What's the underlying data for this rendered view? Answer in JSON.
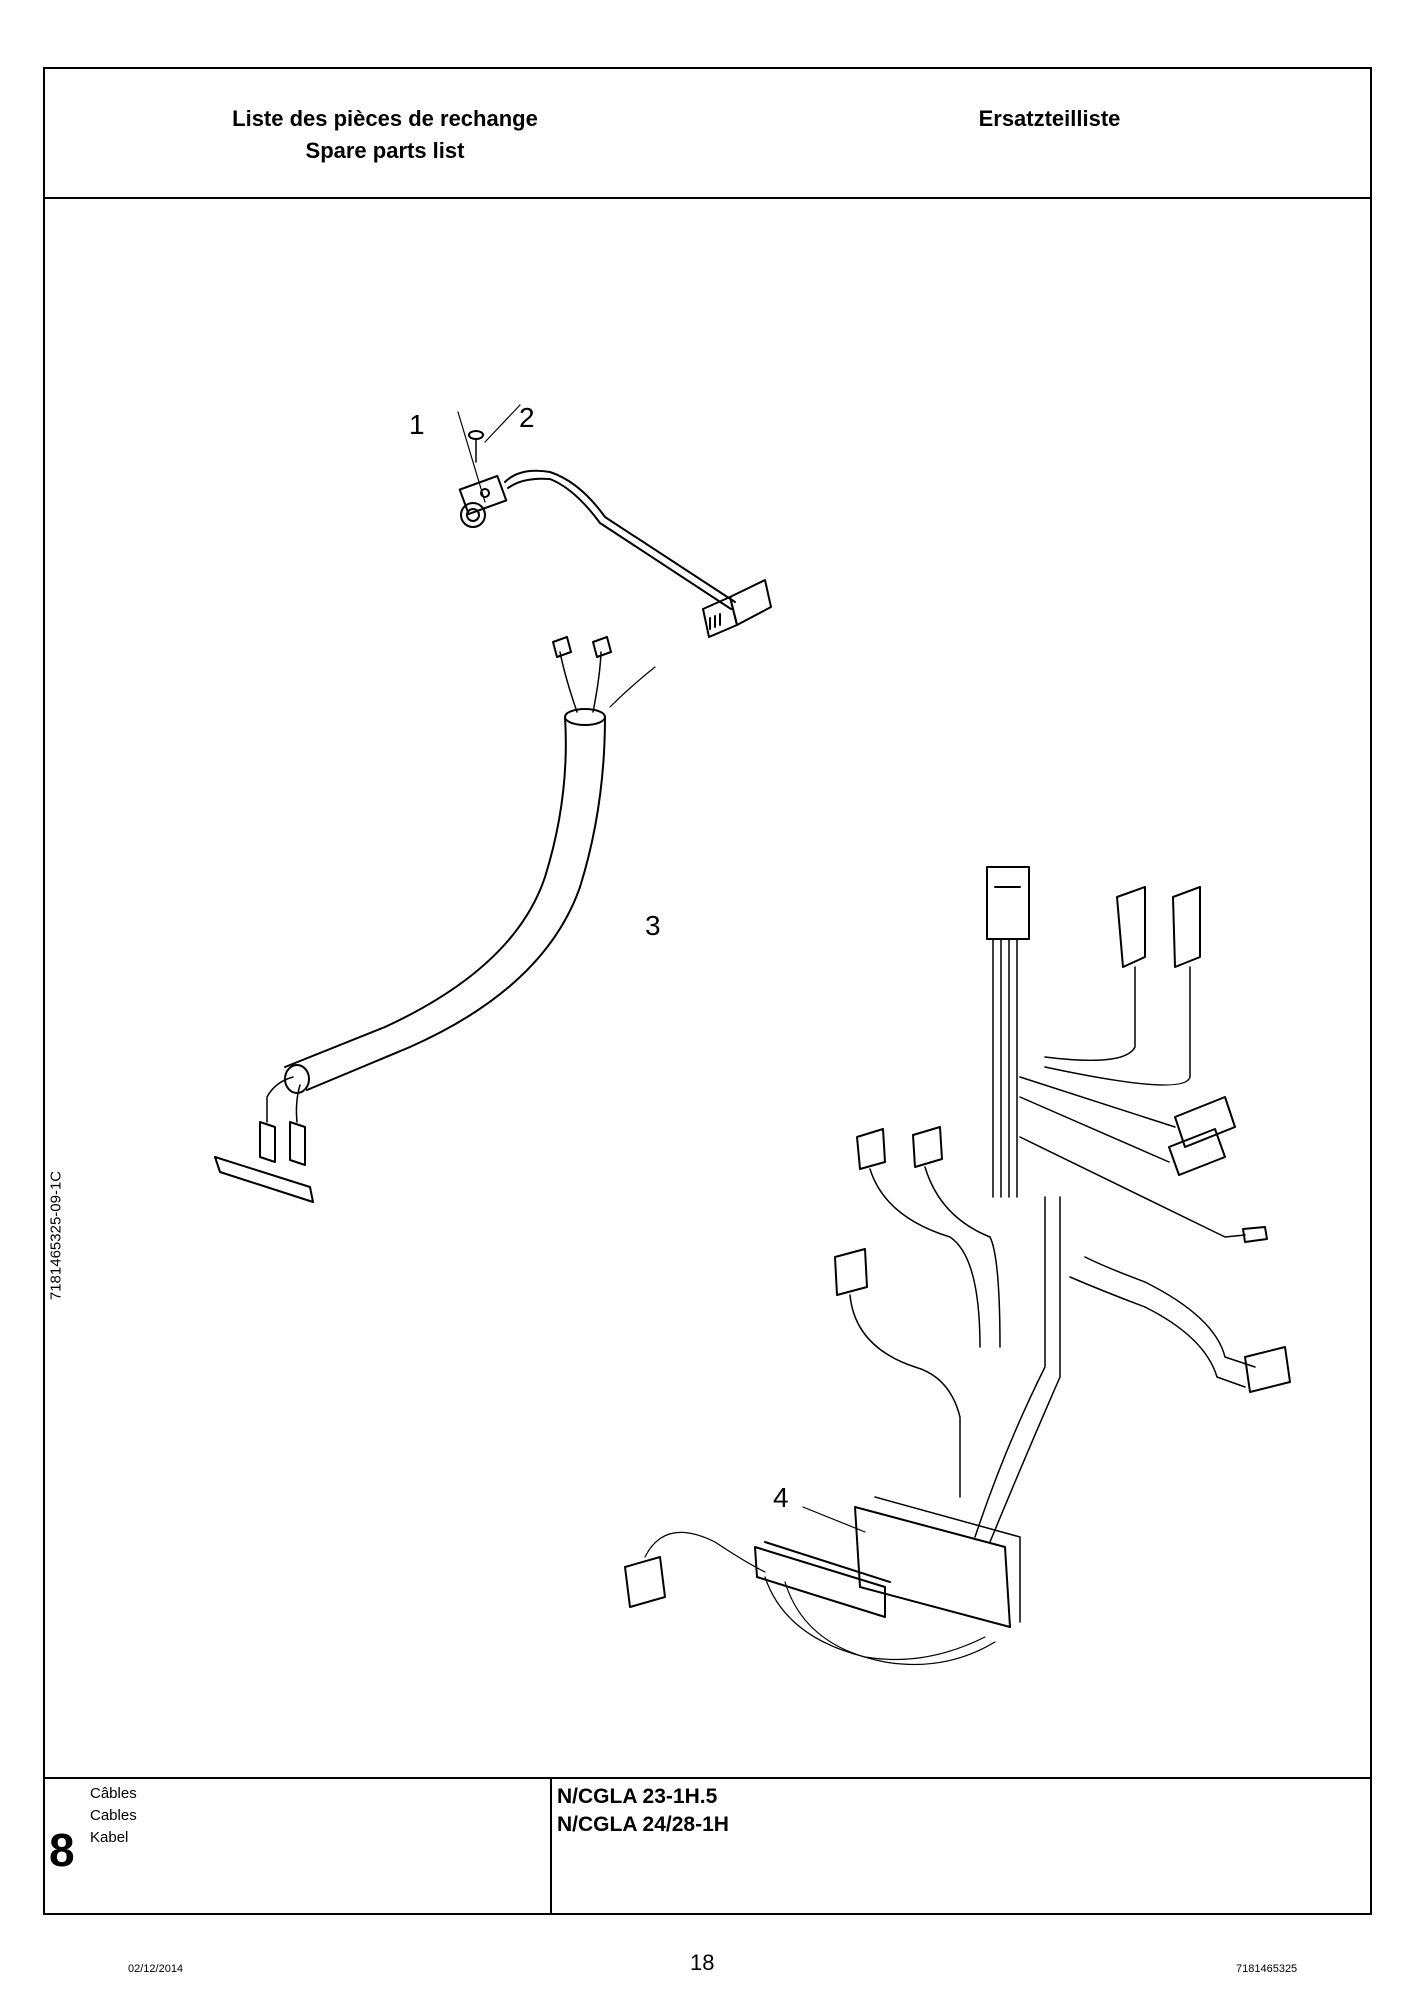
{
  "header": {
    "title_fr": "Liste des pièces de rechange",
    "title_en": "Spare parts list",
    "title_de": "Ersatzteilliste"
  },
  "drawing": {
    "side_code": "7181465325-09-1C",
    "callouts": [
      "1",
      "2",
      "3",
      "4"
    ]
  },
  "footer": {
    "section_number": "8",
    "section_titles": [
      "Câbles",
      "Cables",
      "Kabel"
    ],
    "models": [
      "N/CGLA 23-1H.5",
      "N/CGLA 24/28-1H"
    ]
  },
  "page": {
    "date": "02/12/2014",
    "number": "18",
    "code": "7181465325"
  }
}
